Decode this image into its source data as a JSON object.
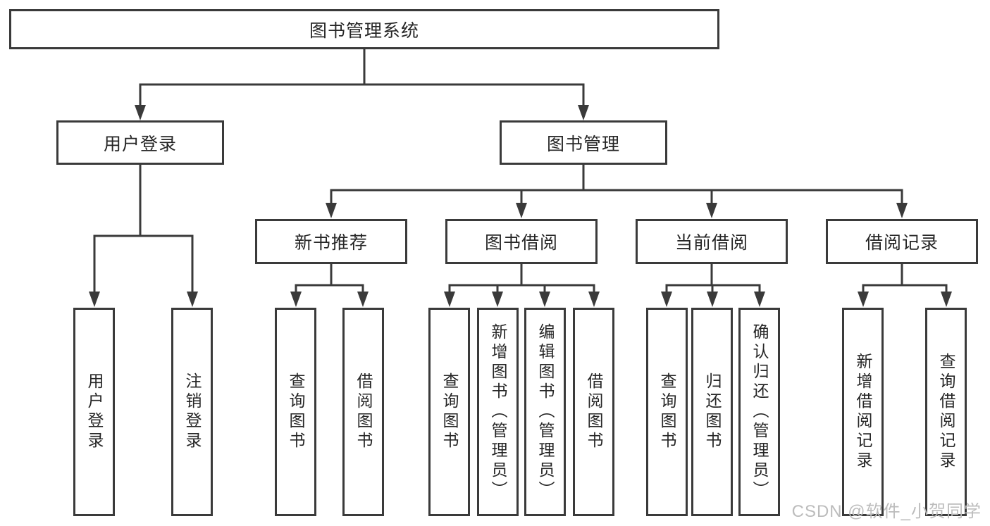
{
  "diagram": {
    "nodes": {
      "root": "图书管理系统",
      "user_login": "用户登录",
      "book_mgmt": "图书管理",
      "new_books": "新书推荐",
      "book_borrow": "图书借阅",
      "current_borrow": "当前借阅",
      "borrow_records": "借阅记录",
      "user_login_leaf": "用户登录",
      "logout_leaf": "注销登录",
      "nb_query": "查询图书",
      "nb_borrow": "借阅图书",
      "bb_query": "查询图书",
      "bb_add": "新增图书（管理员）",
      "bb_edit": "编辑图书（管理员）",
      "bb_borrow": "借阅图书",
      "cb_query": "查询图书",
      "cb_return": "归还图书",
      "cb_confirm": "确认归还（管理员）",
      "br_add": "新增借阅记录",
      "br_query": "查询借阅记录"
    }
  },
  "watermark": {
    "text": "CSDN @软件_小贺同学"
  },
  "colors": {
    "line": "#3a3a3a",
    "text": "#262626",
    "watermark": "#bcbcbc",
    "background": "#ffffff"
  }
}
